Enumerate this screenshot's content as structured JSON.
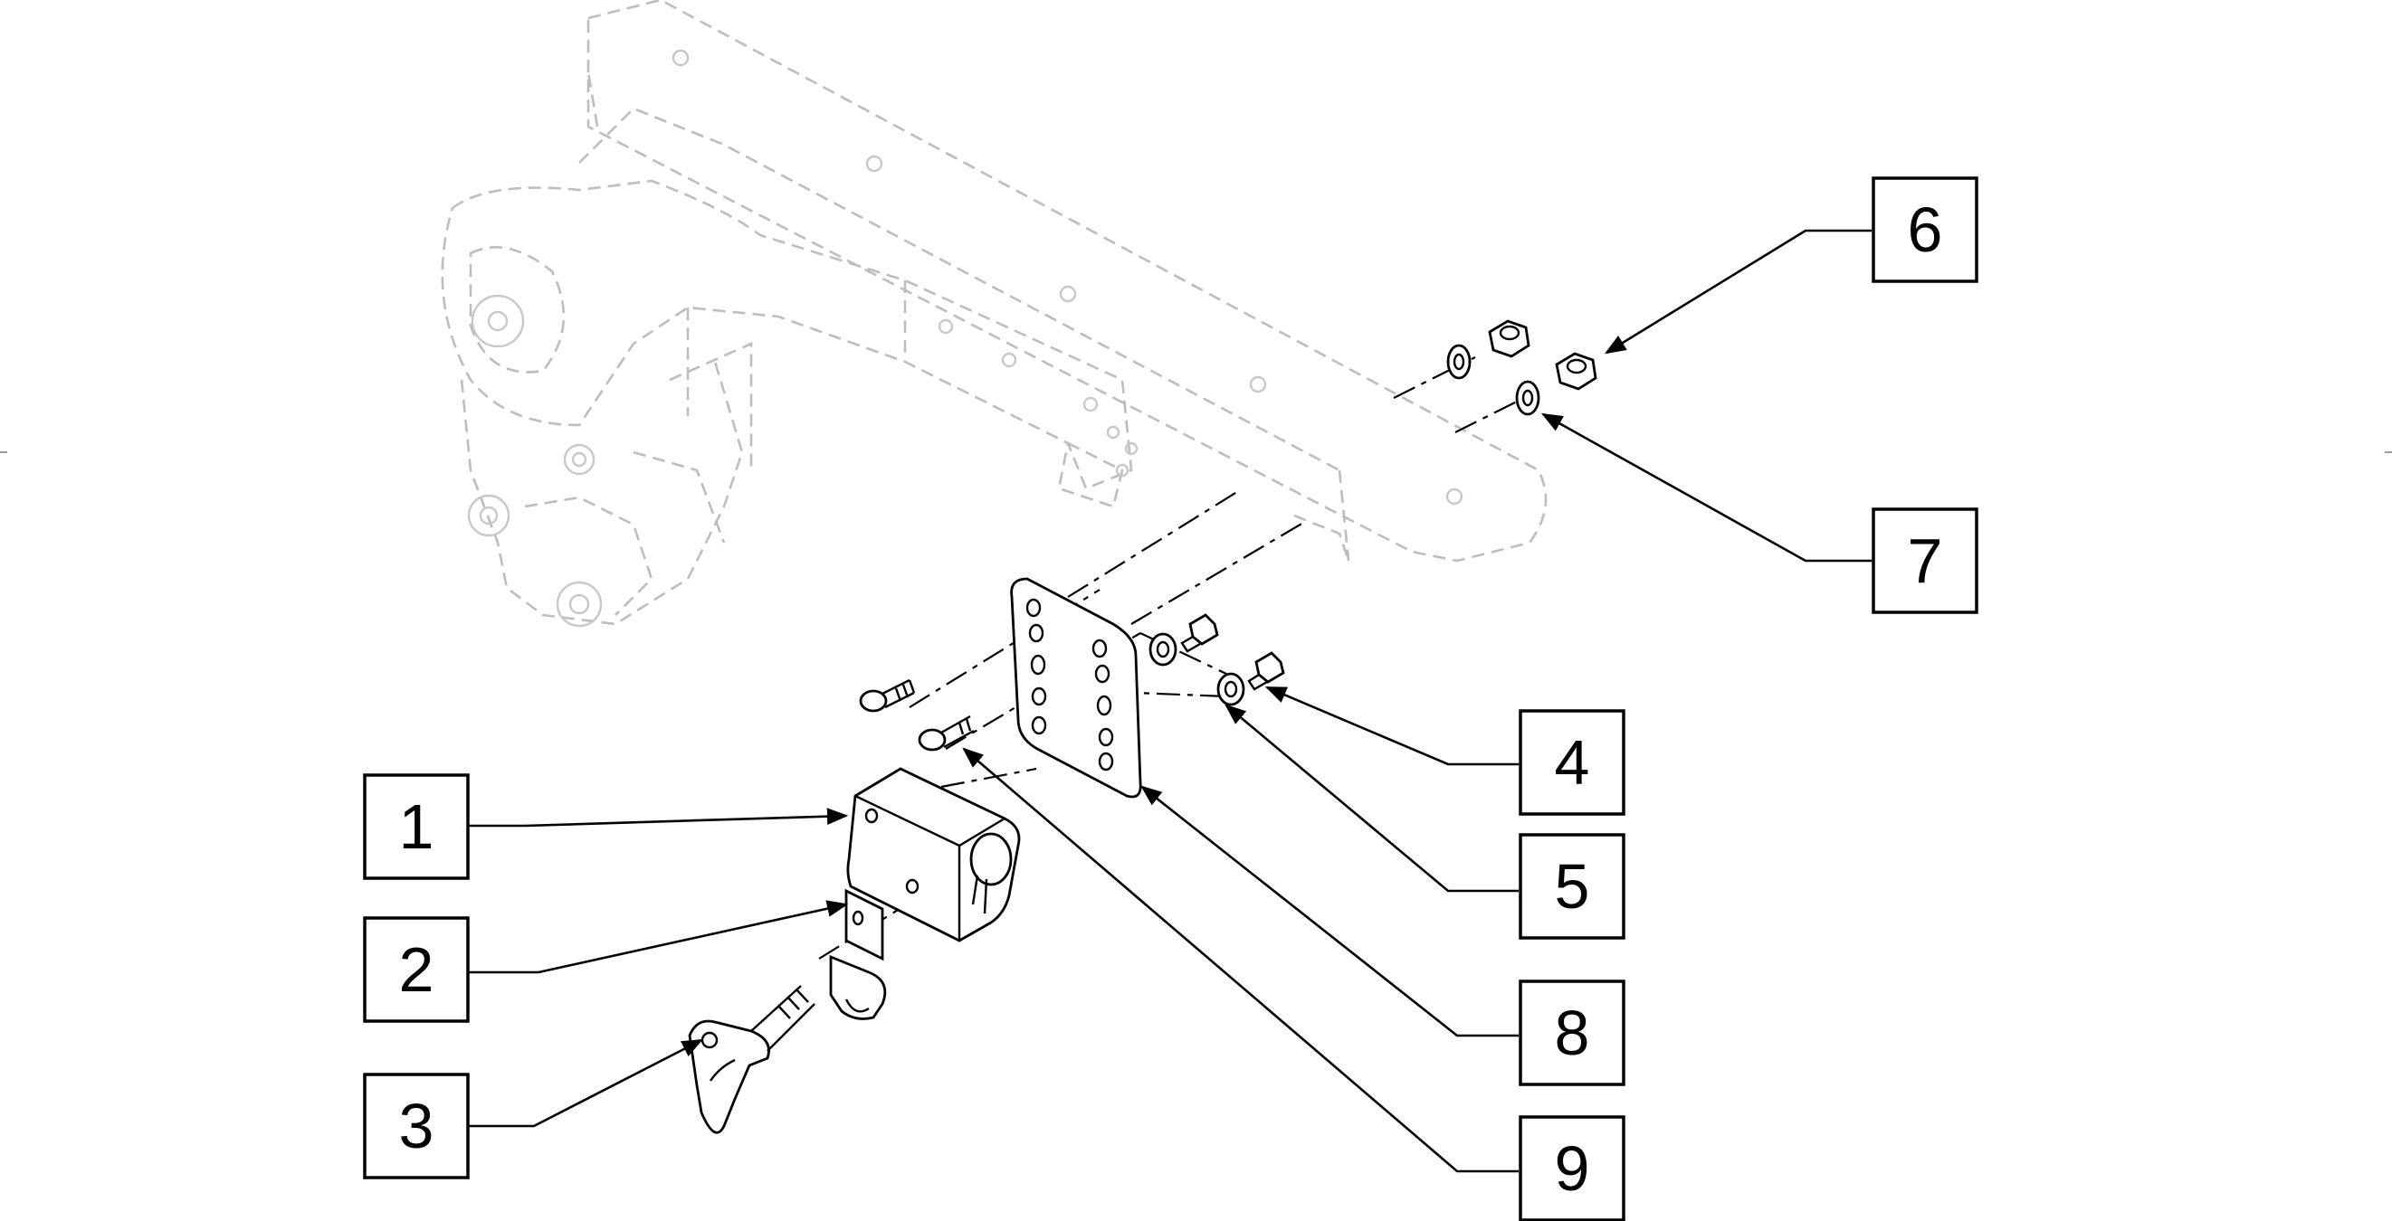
{
  "callouts": [
    {
      "id": "1",
      "label": "1"
    },
    {
      "id": "2",
      "label": "2"
    },
    {
      "id": "3",
      "label": "3"
    },
    {
      "id": "4",
      "label": "4"
    },
    {
      "id": "5",
      "label": "5"
    },
    {
      "id": "6",
      "label": "6"
    },
    {
      "id": "7",
      "label": "7"
    },
    {
      "id": "8",
      "label": "8"
    },
    {
      "id": "9",
      "label": "9"
    }
  ],
  "colors": {
    "line": "#000000",
    "ghost": "#bdbdbd",
    "background": "#ffffff"
  }
}
